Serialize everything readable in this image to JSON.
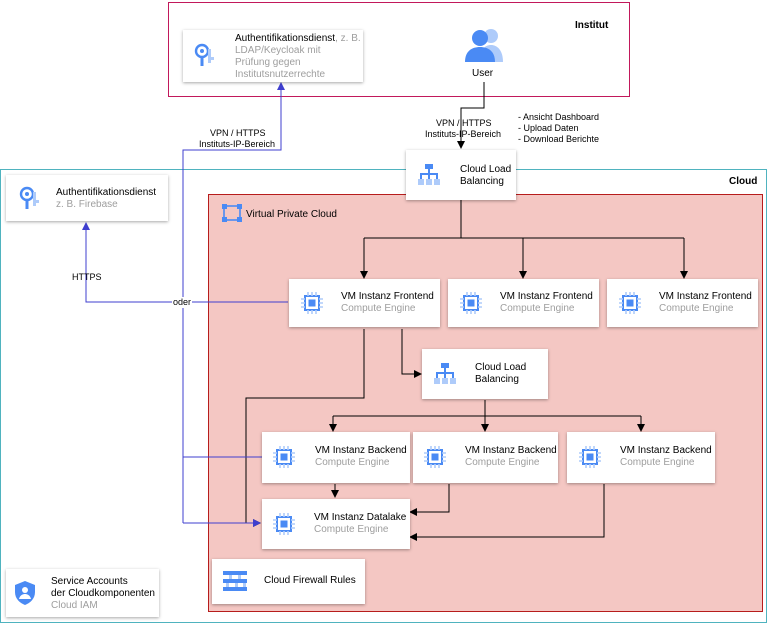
{
  "zones": {
    "institut": "Institut",
    "cloud": "Cloud",
    "vpc": "Virtual Private Cloud"
  },
  "institut_auth": {
    "title": "Authentifikationsdienst",
    "title_suffix": ", z. B.",
    "lines": [
      "LDAP/Keycloak mit",
      "Prüfung gegen",
      "Institutsnutzerrechte"
    ]
  },
  "user": {
    "label": "User"
  },
  "user_actions": [
    "- Ansicht Dashboard",
    "- Upload Daten",
    "- Download Berichte"
  ],
  "links": {
    "user_to_lb": [
      "VPN / HTTPS",
      "Instituts-IP-Bereich"
    ],
    "to_institut_auth": [
      "VPN / HTTPS",
      "Instituts-IP-Bereich"
    ],
    "to_cloud_auth": "HTTPS",
    "or": "oder"
  },
  "cloud_auth": {
    "title": "Authentifikationsdienst",
    "subtitle": "z. B. Firebase"
  },
  "lb_top": {
    "lines": [
      "Cloud Load",
      "Balancing"
    ]
  },
  "lb_mid": {
    "lines": [
      "Cloud Load",
      "Balancing"
    ]
  },
  "frontends": [
    {
      "title": "VM Instanz Frontend",
      "subtitle": "Compute Engine"
    },
    {
      "title": "VM Instanz Frontend",
      "subtitle": "Compute Engine"
    },
    {
      "title": "VM Instanz Frontend",
      "subtitle": "Compute Engine"
    }
  ],
  "backends": [
    {
      "title": "VM Instanz Backend",
      "subtitle": "Compute Engine"
    },
    {
      "title": "VM Instanz Backend",
      "subtitle": "Compute Engine"
    },
    {
      "title": "VM Instanz Backend",
      "subtitle": "Compute Engine"
    }
  ],
  "datalake": {
    "title": "VM Instanz Datalake",
    "subtitle": "Compute Engine"
  },
  "firewall": {
    "title": "Cloud Firewall Rules"
  },
  "service_accounts": {
    "lines": [
      "Service Accounts",
      "der Cloudkomponenten"
    ],
    "subtitle": "Cloud IAM"
  },
  "icons": {
    "auth": "key-icon",
    "user": "users-icon",
    "load_balancer": "load-balancer-icon",
    "compute": "cpu-chip-icon",
    "vpc": "vpc-icon",
    "firewall": "firewall-icon",
    "iam": "shield-icon"
  },
  "colors": {
    "gcp_blue": "#4a8af4",
    "gcp_light_blue": "#aecbfa",
    "institut_border": "#c2185b",
    "cloud_border": "#4fb3bf",
    "vpc_fill": "#f4c7c3",
    "vpc_border": "#b71c1c",
    "auth_link": "#3f3fcf"
  }
}
